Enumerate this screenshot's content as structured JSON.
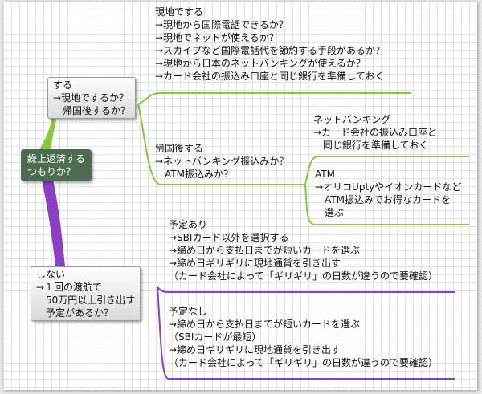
{
  "root": [
    "繰上返済する",
    "つもりか？"
  ],
  "suru": [
    "する",
    "→現地でするか？",
    "　帰国後するか？"
  ],
  "shinai": [
    "しない",
    "→１回の渡航で",
    "　50万円以上引き出す",
    "　予定があるか？"
  ],
  "genchi": [
    "現地でする",
    "→現地から国際電話できるか？",
    "→現地でネットが使えるか？",
    "→スカイプなど国際電話代を節約する手段があるか？",
    "→現地から日本のネットバンキングが使えるか？",
    "→カード会社の振込み口座と同じ銀行を準備しておく"
  ],
  "kikoku": [
    "帰国後する",
    "→ネットバンキング振込みか？",
    "　ATM振込みか？"
  ],
  "netbank": [
    "ネットバンキング",
    "→カード会社の振込み口座と",
    "　同じ銀行を準備しておく"
  ],
  "atm": [
    "ATM",
    "→オリコUptyやイオンカードなど",
    "　ATM振込みでお得なカードを",
    "　選ぶ"
  ],
  "yotei_ari": [
    "予定あり",
    "→SBIカード以外を選択する",
    "→締め日から支払日までが短いカードを選ぶ",
    "→締め日ギリギリに現地通貨を引き出す",
    "（カード会社によって「ギリギリ」の日数が違うので要確認）"
  ],
  "yotei_nashi": [
    "予定なし",
    "→締め日から支払日までが短いカードを選ぶ",
    "（SBIカードが最短）",
    "→締め日ギリギリに現地通貨を引き出す",
    "（カード会社によって「ギリギリ」の日数が違うので要確認）"
  ],
  "colors": {
    "green_branch": "#8cc63f",
    "purple_branch": "#8a3fc4",
    "root_bg": "#4d6b50"
  }
}
